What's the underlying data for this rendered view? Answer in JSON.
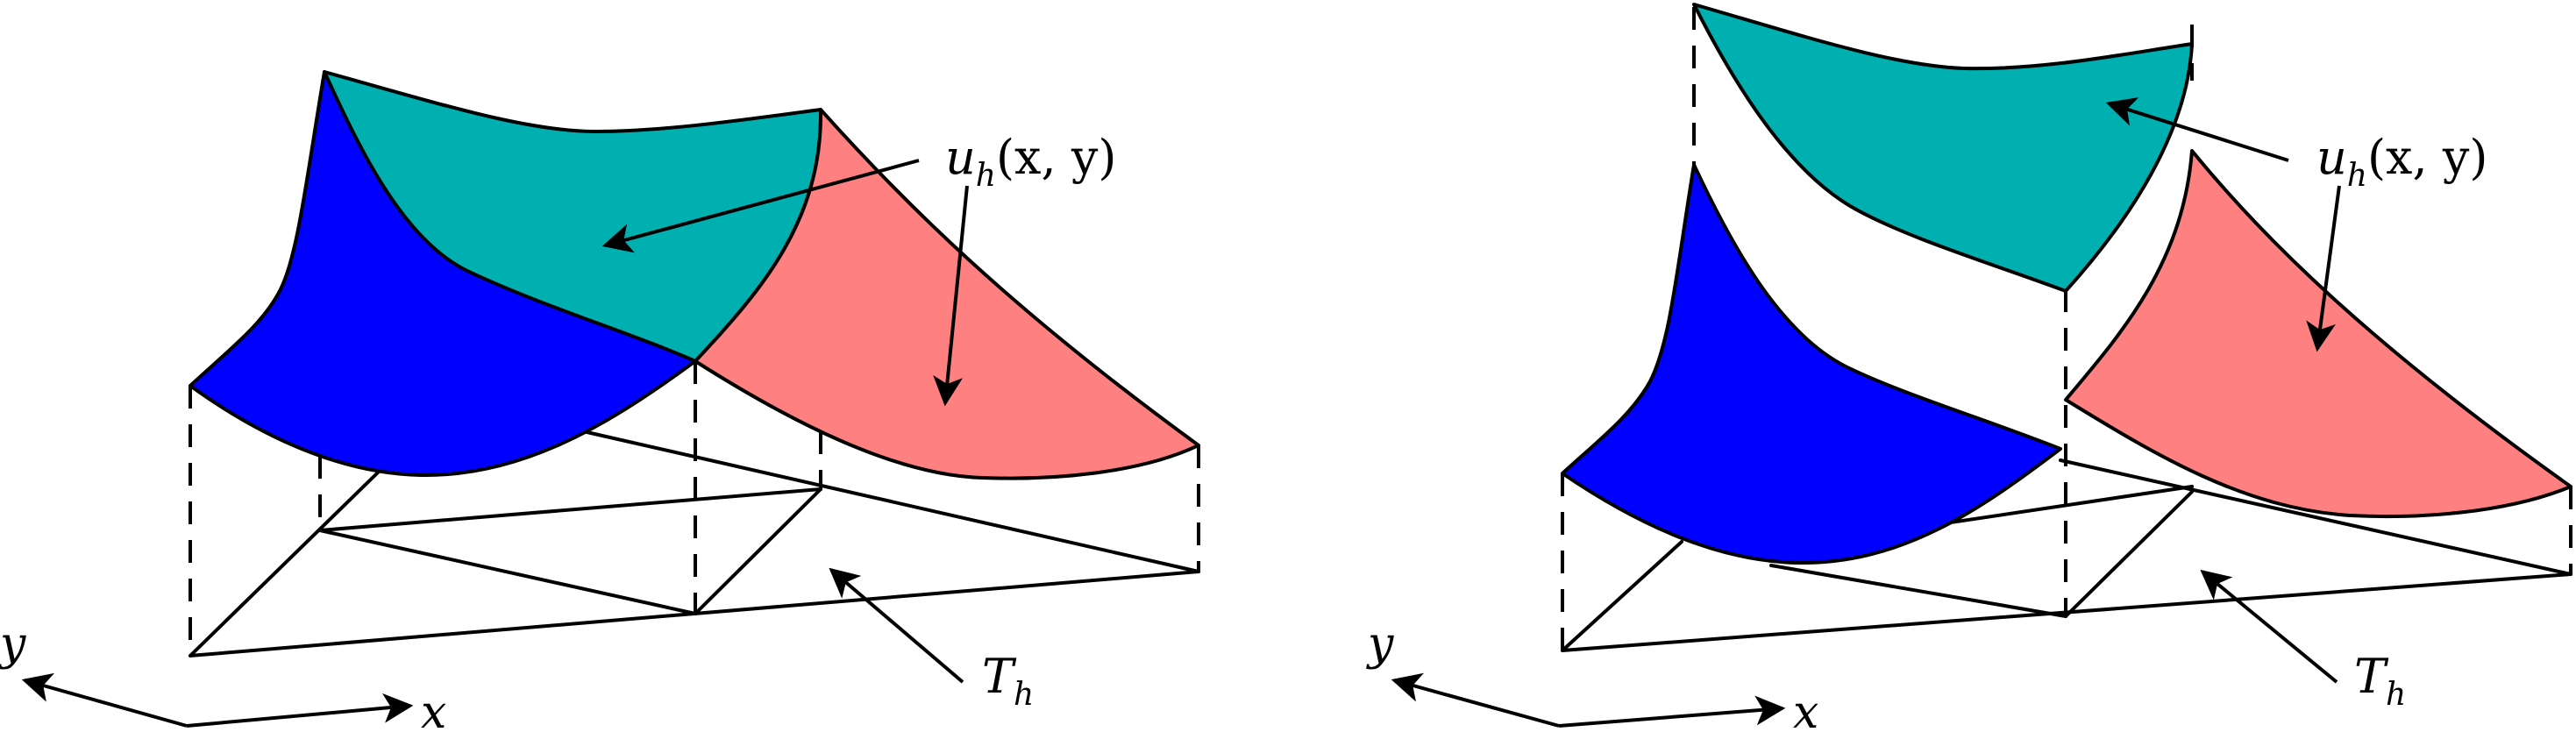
{
  "colors": {
    "blue_patch": "#0000ff",
    "teal_patch": "#00b0b0",
    "pink_patch": "#ff8080",
    "line": "#000000",
    "background": "#ffffff"
  },
  "panels": [
    {
      "id": "continuous",
      "surface_label": {
        "main": "u",
        "sub": "h",
        "args": "(x, y)"
      },
      "mesh_label": {
        "main": "T",
        "sub": "h"
      },
      "axis_labels": {
        "x": "x",
        "y": "y"
      }
    },
    {
      "id": "discontinuous",
      "surface_label": {
        "main": "u",
        "sub": "h",
        "args": "(x, y)"
      },
      "mesh_label": {
        "main": "T",
        "sub": "h"
      },
      "axis_labels": {
        "x": "x",
        "y": "y"
      }
    }
  ]
}
